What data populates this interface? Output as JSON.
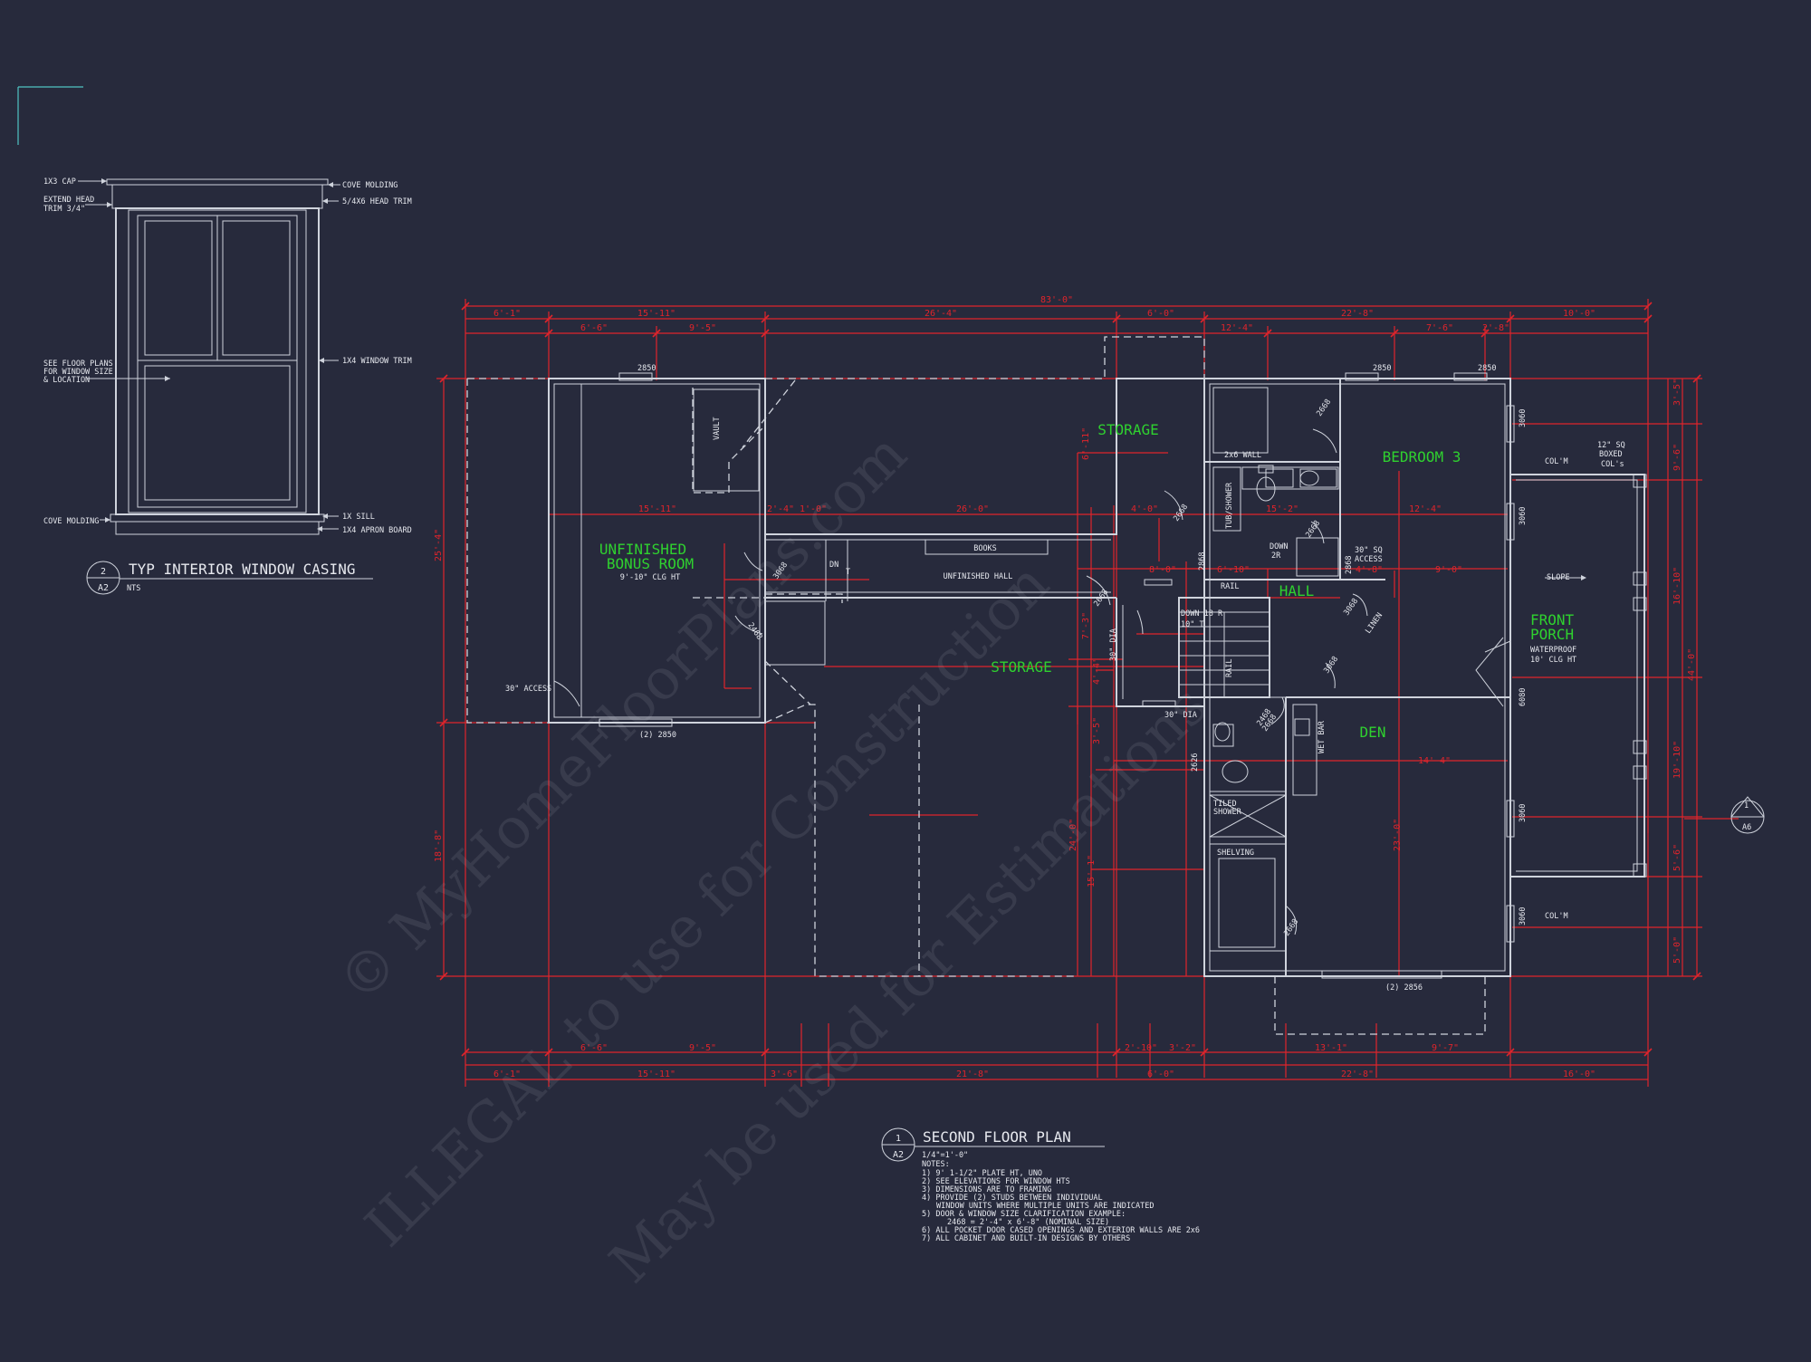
{
  "sheet": {
    "background": "#272a3c",
    "line_color": "#cfd3dc",
    "dimension_color": "#e0242b",
    "room_label_color": "#2fd12f"
  },
  "watermark": {
    "line1": "© MyHomeFloorPlans.com",
    "line2": "ILLEGAL to use for Construction",
    "line3": "May be used for Estimations"
  },
  "window_detail": {
    "labels": {
      "cap": "1X3 CAP",
      "extend_head_1": "EXTEND HEAD",
      "extend_head_2": "TRIM 3/4\"",
      "see_floor_1": "SEE FLOOR PLANS",
      "see_floor_2": "FOR WINDOW SIZE",
      "see_floor_3": "& LOCATION",
      "cove_bottom": "COVE MOLDING",
      "cove_top": "COVE MOLDING",
      "head_trim": "5/4X6 HEAD TRIM",
      "window_trim": "1X4 WINDOW TRIM",
      "sill": "1X SILL",
      "apron": "1X4 APRON BOARD"
    },
    "title": {
      "number": "2",
      "sheet": "A2",
      "name": "TYP INTERIOR WINDOW CASING",
      "scale": "NTS"
    }
  },
  "plan": {
    "rooms": {
      "storage_top": "STORAGE",
      "storage_mid": "STORAGE",
      "bonus_1": "UNFINISHED",
      "bonus_2": "BONUS ROOM",
      "bedroom": "BEDROOM 3",
      "hall": "HALL",
      "den": "DEN",
      "porch_1": "FRONT",
      "porch_2": "PORCH"
    },
    "notes": {
      "bonus_clg": "9'-10\" CLG HT",
      "porch_wp": "WATERPROOF",
      "porch_clg": "10' CLG HT",
      "books": "BOOKS",
      "unf_hall": "UNFINISHED HALL",
      "vault": "VAULT",
      "access_bonus": "30\" ACCESS",
      "win_2850_a": "2850",
      "win_2850_b": "2850",
      "win_2850_c": "2850",
      "win_2x2850": "(2) 2850",
      "win_2x2856": "(2) 2856",
      "wall_2x6": "2x6 WALL",
      "tub": "TUB/SHOWER",
      "down_2r": "DOWN",
      "down_2r_b": "2R",
      "access_30": "30\" SQ",
      "access_30b": "ACCESS",
      "rail_top": "RAIL",
      "rail_v": "RAIL",
      "down_18": "DOWN 18 R",
      "down_18b": "10\" T",
      "dia_a": "30\" DIA",
      "dia_b": "30\" DIA",
      "tiled_1": "TILED",
      "tiled_2": "SHOWER",
      "shelving": "SHELVING",
      "wet_bar": "WET BAR",
      "linen": "LINEN",
      "slope": "SLOPE",
      "col_top": "COL'M",
      "col_bot": "COL'M",
      "boxed_1": "12\" SQ",
      "boxed_2": "BOXED",
      "boxed_3": "COL's",
      "sec_num": "1",
      "sec_sheet": "A6",
      "door_2668_a": "2668",
      "door_2668_b": "2668",
      "door_2668_c": "2668",
      "door_2668_d": "2668",
      "door_2668_e": "2668",
      "door_2668_f": "2668",
      "door_3068_a": "3068",
      "door_3068_b": "3068",
      "door_3068_c": "3068",
      "door_2868_a": "2868",
      "door_2868_b": "2868",
      "door_2468_a": "2468",
      "door_2468_b": "2468",
      "door_2626": "2626",
      "door_6080": "6080",
      "win_3060_a": "3060",
      "win_3060_b": "3060",
      "win_3060_c": "3060",
      "win_3060_d": "3060",
      "down_small": "DN",
      "down_small_b": "T"
    },
    "dims_top": {
      "overall": "83'-0\"",
      "d1": "6'-1\"",
      "d2": "15'-11\"",
      "d3": "26'-4\"",
      "d4": "6'-0\"",
      "d5": "22'-8\"",
      "d6": "10'-0\"",
      "s1": "6'-6\"",
      "s2": "9'-5\"",
      "s3": "12'-4\"",
      "s4": "7'-6\"",
      "s5": "2'-8\""
    },
    "dims_bottom": {
      "d1": "6'-1\"",
      "d2": "15'-11\"",
      "d3": "3'-6\"",
      "d4": "21'-8\"",
      "d5": "6'-0\"",
      "d6": "22'-8\"",
      "d7": "16'-0\"",
      "s1": "6'-6\"",
      "s2": "9'-5\"",
      "s3": "2'-10\"",
      "s4": "3'-2\"",
      "s5": "13'-1\"",
      "s6": "9'-7\""
    },
    "dims_inner": {
      "a": "15'-11\"",
      "b": "2'-4\"",
      "c": "1'-0\"",
      "d": "26'-0\"",
      "e": "4'-0\"",
      "f": "15'-2\"",
      "g": "12'-4\"",
      "h": "8'-0\"",
      "i": "6'-10\"",
      "j": "9'-0\"",
      "k": "14'-4\"",
      "l": "4'-8\""
    },
    "dims_side": {
      "left_overall": "25'-4\"",
      "left_lower": "18'-8\"",
      "right_overall": "44'-0\"",
      "r1": "3'-5\"",
      "r2": "9'-6\"",
      "r3": "16'-10\"",
      "r4": "19'-10\"",
      "r5": "5'-6\"",
      "r6": "5'-0\"",
      "i1": "6'-11\"",
      "i2": "7'-3\"",
      "i3": "4'-4\"",
      "i4": "3'-5\"",
      "i5": "24'-0\"",
      "i6": "23'-0\"",
      "i7": "15'-1\""
    },
    "title": {
      "number": "1",
      "sheet": "A2",
      "name": "SECOND FLOOR PLAN",
      "scale": "1/4\"=1'-0\"",
      "notes_header": "NOTES:",
      "n1": "1) 9' 1-1/2\" PLATE HT, UNO",
      "n2": "2) SEE ELEVATIONS FOR WINDOW HTS",
      "n3": "3) DIMENSIONS ARE TO FRAMING",
      "n4": "4) PROVIDE (2) STUDS BETWEEN INDIVIDUAL",
      "n4b": "WINDOW UNITS WHERE MULTIPLE UNITS ARE INDICATED",
      "n5": "5) DOOR & WINDOW SIZE CLARIFICATION EXAMPLE:",
      "n5b": "2468 = 2'-4\" x 6'-8\" (NOMINAL SIZE)",
      "n6": "6) ALL POCKET DOOR CASED OPENINGS AND EXTERIOR WALLS ARE 2x6",
      "n7": "7) ALL CABINET AND BUILT-IN DESIGNS BY OTHERS"
    }
  }
}
